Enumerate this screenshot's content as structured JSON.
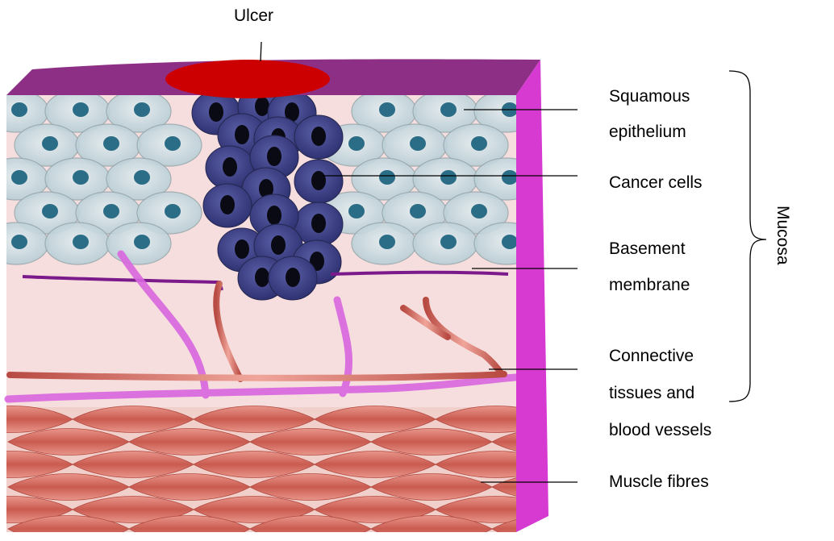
{
  "labels": {
    "ulcer": "Ulcer",
    "squamous_1": "Squamous",
    "squamous_2": "epithelium",
    "cancer": "Cancer cells",
    "basement_1": "Basement",
    "basement_2": "membrane",
    "connective_1": "Connective",
    "connective_2": "tissues and",
    "connective_3": "blood vessels",
    "muscle": "Muscle fibres",
    "mucosa": "Mucosa"
  },
  "colors": {
    "top_surface": "#8e2f86",
    "right_surface": "#d63ad1",
    "ulcer": "#cc0000",
    "tissue_bg": "#f6dede",
    "epithelial_cell": "#c9dde3",
    "nucleus": "#2b6c86",
    "cancer_cell": "#3c3f86",
    "cancer_nucleus": "#0a0a14",
    "basement_membrane": "#7b1a8a",
    "blood_vessel": "#d36a5f",
    "lymph_vessel": "#d25ad8",
    "muscle": "#d06a60"
  }
}
